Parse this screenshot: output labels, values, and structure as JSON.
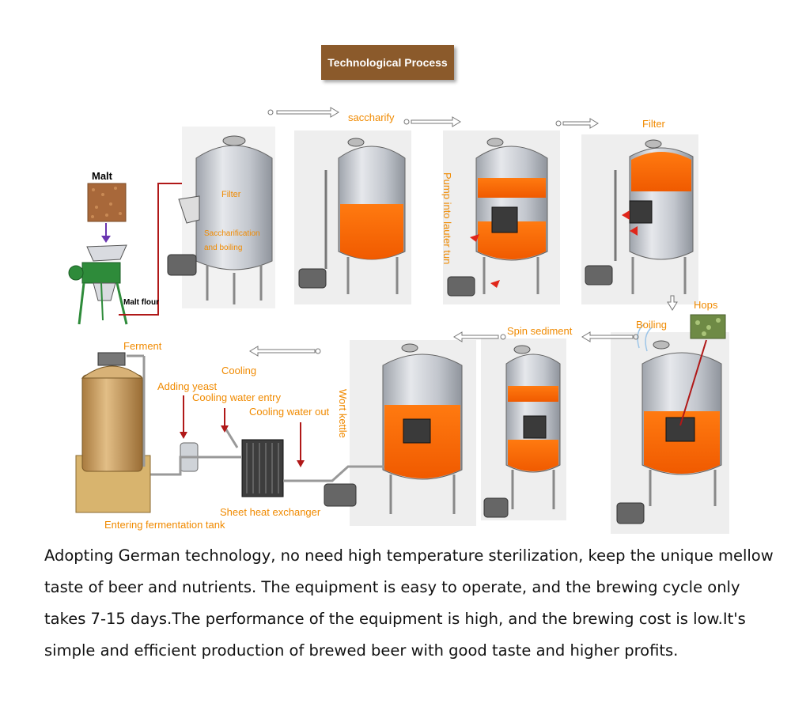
{
  "title": "Technological Process",
  "labels": {
    "malt": "Malt",
    "malt_flour": "Malt flour",
    "filter_inner": "Filter",
    "saccharification_inner": "Saccharification and boiling",
    "saccharify": "saccharify",
    "pump_lauter": "Pump into lauter tun",
    "filter": "Filter",
    "hops": "Hops",
    "boiling": "Boiling",
    "spin_sediment": "Spin sediment",
    "wort_kettle": "Wort kettle",
    "ferment": "Ferment",
    "cooling": "Cooling",
    "adding_yeast": "Adding yeast",
    "cooling_water_entry": "Cooling water entry",
    "cooling_water_out": "Cooling water out",
    "sheet_heat_exchanger": "Sheet heat exchanger",
    "entering_fermentation_tank": "Entering fermentation tank"
  },
  "description": "Adopting German technology, no need high temperature sterilization, keep the unique mellow taste of beer and nutrients. The equipment is easy to operate, and the brewing cycle only takes 7-15 days.The performance of the equipment is high, and the brewing cost is low.It's simple and efficient production of brewed beer with good taste and higher profits.",
  "colors": {
    "label_orange": "#f08a00",
    "title_bg": "#8b5a2b",
    "wort_orange": "#ff6a00",
    "steel": "#c9ccd2",
    "ferment_tank": "#c89a5c",
    "pipe_red": "#b01818"
  }
}
